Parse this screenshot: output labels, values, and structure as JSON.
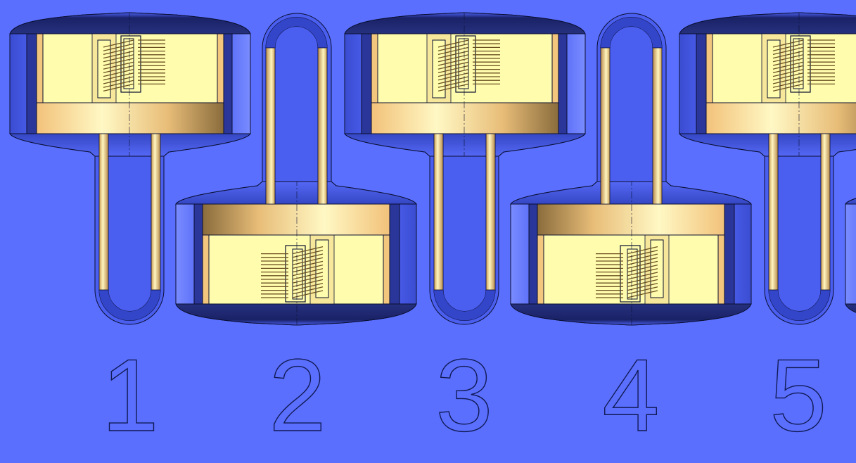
{
  "labels": [
    "1",
    "2",
    "3",
    "4",
    "5"
  ],
  "colors": {
    "background": "#5a6ffd",
    "housing": "#4a5ef0",
    "housing_dark": "#1a2266",
    "wall_navy": "#2a3699",
    "gold_light": "#fff8c4",
    "gold": "#f2c67c",
    "gold_dark": "#8a6c3c",
    "chamber_yellow": "#fffcae",
    "outline": "#0a0f30"
  },
  "icons": [
    "heat-pipe-module"
  ]
}
